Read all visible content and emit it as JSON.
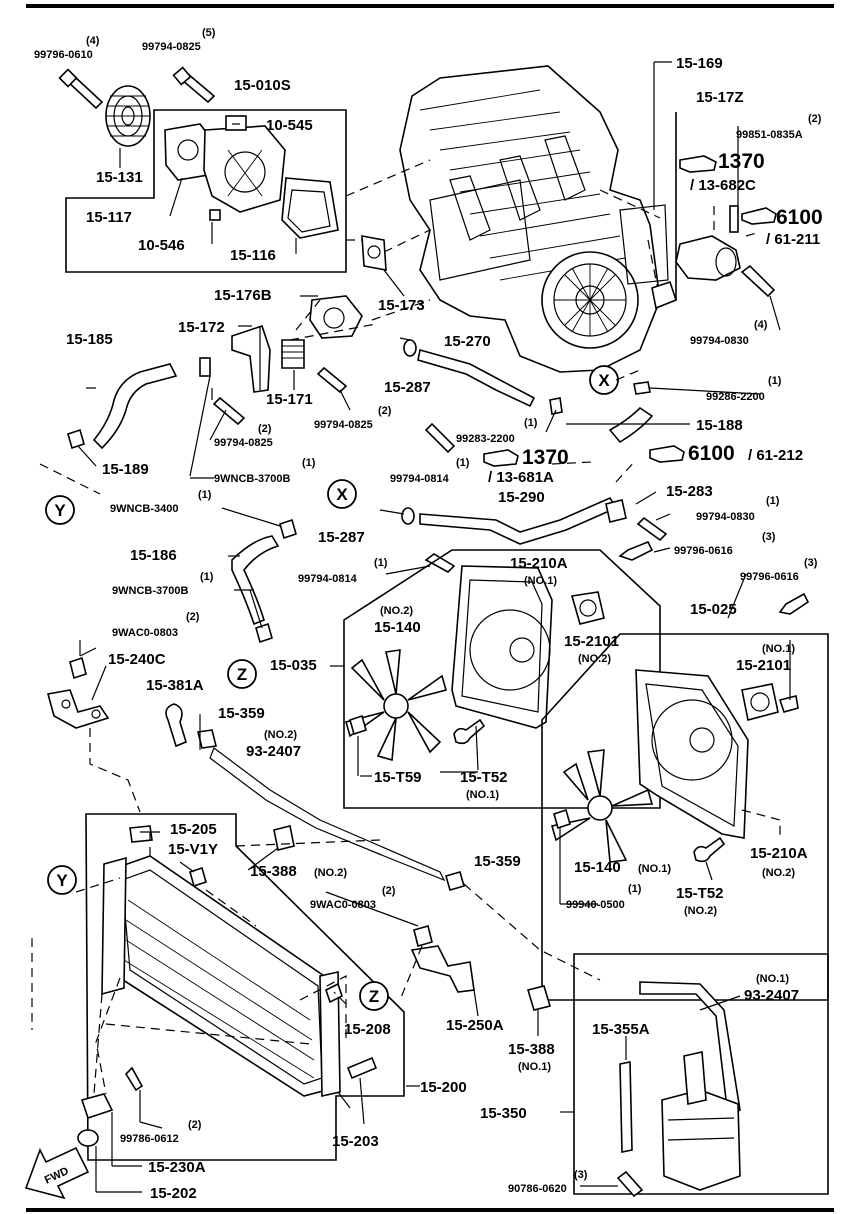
{
  "labels": {
    "p99796_0610_qty": "(4)",
    "p99796_0610": "99796-0610",
    "p99794_0825a_qty": "(5)",
    "p99794_0825a": "99794-0825",
    "p15_010S": "15-010S",
    "p10_545": "10-545",
    "p15_131": "15-131",
    "p15_117": "15-117",
    "p10_546": "10-546",
    "p15_116": "15-116",
    "p15_169": "15-169",
    "p15_17Z": "15-17Z",
    "p99851_qty": "(2)",
    "p99851": "99851-0835A",
    "ref1370a": "1370",
    "ref1370a_sub": "/ 13-682C",
    "ref6100a": "6100",
    "ref6100a_sub": "/ 61-211",
    "p99794_0830a_qty": "(4)",
    "p99794_0830a": "99794-0830",
    "p15_176B": "15-176B",
    "p15_172": "15-172",
    "p15_173": "15-173",
    "p15_185": "15-185",
    "p15_171": "15-171",
    "p99794_0825b_qty": "(2)",
    "p99794_0825b": "99794-0825",
    "p99794_0825c_qty": "(2)",
    "p99794_0825c": "99794-0825",
    "p15_287a": "15-287",
    "p15_270": "15-270",
    "p99286_qty": "(1)",
    "p99286": "99286-2200",
    "p15_188": "15-188",
    "p15_189": "15-189",
    "p99283_qty": "(1)",
    "p99283": "99283-2200",
    "p9WNCB_3700Ba_qty": "(1)",
    "p9WNCB_3700Ba": "9WNCB-3700B",
    "p99794_0814a_qty": "(1)",
    "p99794_0814a": "99794-0814",
    "ref1370b": "1370",
    "ref1370b_sub": "/ 13-681A",
    "ref6100b": "6100",
    "ref6100b_sub": "/ 61-212",
    "p15_290": "15-290",
    "p15_283": "15-283",
    "p9WNCB_3400_qty": "(1)",
    "p9WNCB_3400": "9WNCB-3400",
    "p99794_0830b_qty": "(1)",
    "p99794_0830b": "99794-0830",
    "p15_287b": "15-287",
    "p99796_0616a_qty": "(3)",
    "p99796_0616a": "99796-0616",
    "p15_186": "15-186",
    "p99794_0814b_qty": "(1)",
    "p99794_0814b": "99794-0814",
    "p15_210A_top": "15-210A",
    "p15_210A_top_note": "(NO.1)",
    "p99796_0616b_qty": "(3)",
    "p99796_0616b": "99796-0616",
    "p9WNCB_3700Bb_qty": "(1)",
    "p9WNCB_3700Bb": "9WNCB-3700B",
    "p15_140a_note": "(NO.2)",
    "p15_140a": "15-140",
    "p15_2101a": "15-2101",
    "p15_2101a_note": "(NO.2)",
    "p15_025": "15-025",
    "p9WAC0_0803a_qty": "(2)",
    "p9WAC0_0803a": "9WAC0-0803",
    "p15_035": "15-035",
    "p15_2101b_note": "(NO.1)",
    "p15_2101b": "15-2101",
    "p15_240C": "15-240C",
    "p15_381A": "15-381A",
    "p15_359a": "15-359",
    "p93_2407a_note": "(NO.2)",
    "p93_2407a": "93-2407",
    "p15_T59": "15-T59",
    "p15_T52a": "15-T52",
    "p15_T52a_note": "(NO.1)",
    "p15_205": "15-205",
    "p15_V1Y": "15-V1Y",
    "p15_388a": "15-388",
    "p15_388a_note": "(NO.2)",
    "p15_359b": "15-359",
    "p15_140b": "15-140",
    "p15_140b_note": "(NO.1)",
    "p15_210A_b": "15-210A",
    "p15_210A_b_note": "(NO.2)",
    "p9WAC0_0803b_qty": "(2)",
    "p9WAC0_0803b": "9WAC0-0803",
    "p99940_qty": "(1)",
    "p99940": "99940-0500",
    "p15_T52b": "15-T52",
    "p15_T52b_note": "(NO.2)",
    "p93_2407b_note": "(NO.1)",
    "p93_2407b": "93-2407",
    "p15_208": "15-208",
    "p15_250A": "15-250A",
    "p15_355A": "15-355A",
    "p15_388b": "15-388",
    "p15_388b_note": "(NO.1)",
    "p15_200": "15-200",
    "p15_350": "15-350",
    "p99786_qty": "(2)",
    "p99786": "99786-0612",
    "p15_203": "15-203",
    "p15_230A": "15-230A",
    "p90786_qty": "(3)",
    "p90786": "90786-0620",
    "p15_202": "15-202",
    "fwd": "FWD"
  },
  "markers": {
    "x": "X",
    "y": "Y",
    "z": "Z"
  },
  "icons": [
    "reference-hand-icon",
    "fwd-arrow-icon"
  ]
}
